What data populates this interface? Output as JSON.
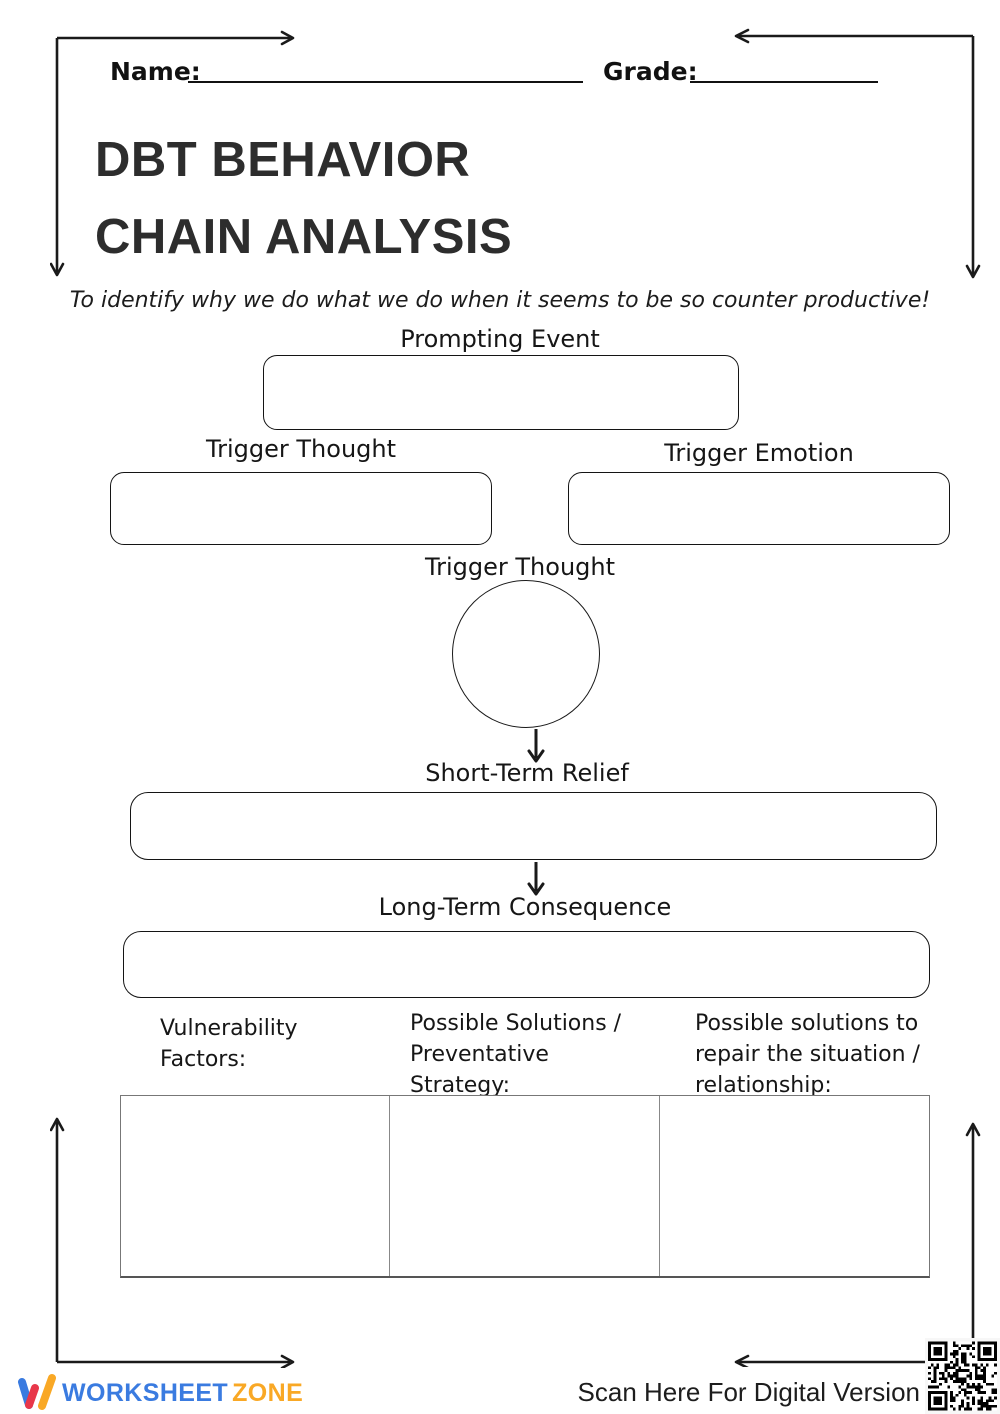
{
  "header": {
    "name_label": "Name:",
    "grade_label": "Grade:",
    "title_line1": "DBT BEHAVIOR",
    "title_line2": "CHAIN ANALYSIS",
    "subtitle": "To identify why we do what we do when it seems to be so counter productive!"
  },
  "diagram": {
    "prompting_event_label": "Prompting Event",
    "trigger_thought_label": "Trigger Thought",
    "trigger_emotion_label": "Trigger Emotion",
    "trigger_thought_circle_label": "Trigger Thought",
    "short_term_relief_label": "Short-Term Relief",
    "long_term_consequence_label": "Long-Term Consequence"
  },
  "columns": {
    "col1_header": "Vulnerability Factors:",
    "col2_header": "Possible Solutions / Preventative Strategy:",
    "col3_header": "Possible solutions to repair the situation / relationship:"
  },
  "footer": {
    "brand_worksheet": "WORKSHEET",
    "brand_zone": "ZONE",
    "scan_text": "Scan Here For Digital Version"
  },
  "colors": {
    "brand_blue": "#3A7BE0",
    "brand_orange": "#F9A825",
    "brand_red": "#E8374A",
    "ink": "#1a1a1a"
  }
}
